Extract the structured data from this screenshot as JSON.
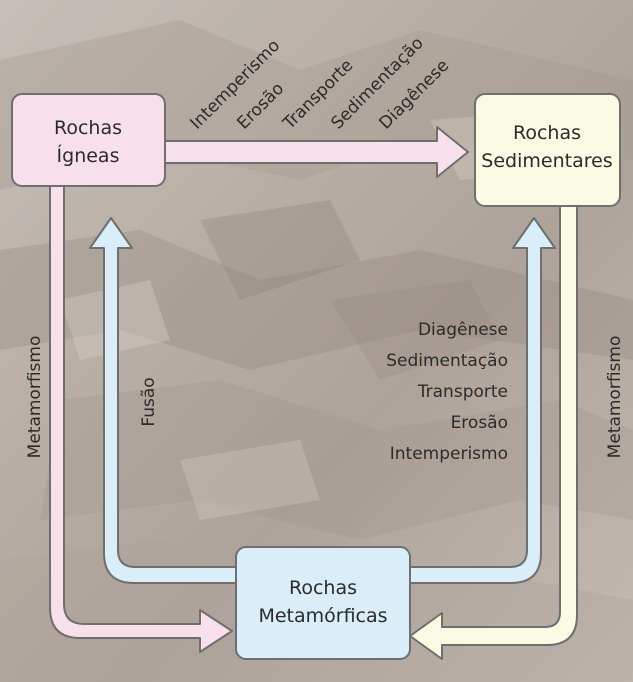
{
  "nodes": {
    "igneous": {
      "lines": [
        "Rochas",
        "Ígneas"
      ],
      "color": "#f8dfe9"
    },
    "sedimentary": {
      "lines": [
        "Rochas",
        "Sedimentares"
      ],
      "color": "#fbfbe3"
    },
    "metamorphic": {
      "lines": [
        "Rochas",
        "Metamórficas"
      ],
      "color": "#d9eef8"
    }
  },
  "top_processes": [
    "Intemperismo",
    "Erosão",
    "Transporte",
    "Sedimentação",
    "Diagênese"
  ],
  "center_processes": [
    "Diagênese",
    "Sedimentação",
    "Transporte",
    "Erosão",
    "Intemperismo"
  ],
  "left_label": "Metamorfismo",
  "right_label": "Metamorfismo",
  "fusion_label": "Fusão",
  "colors": {
    "pink_arrow": "#f8dfe9",
    "blue_arrow": "#d9eef8",
    "yellow_arrow": "#fbfbe3",
    "outline": "#6f6f6f"
  }
}
